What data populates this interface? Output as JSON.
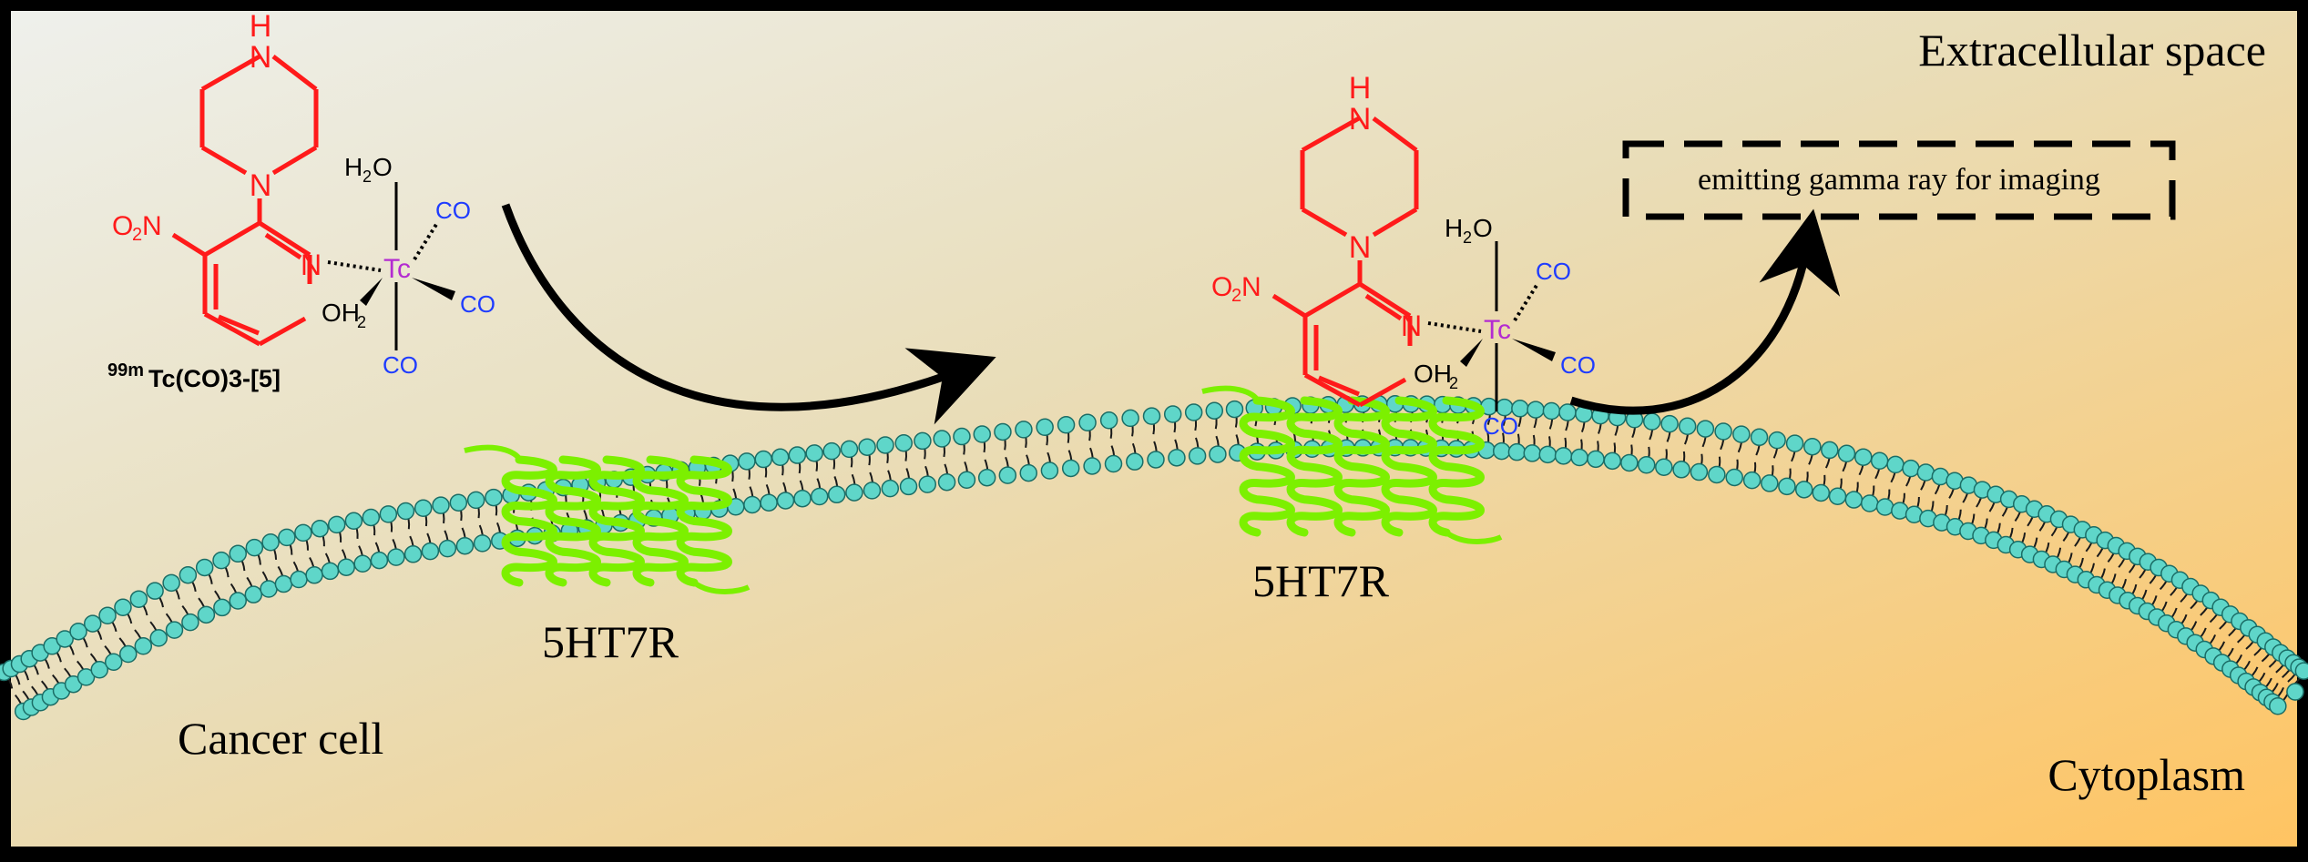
{
  "labels": {
    "extracellular": "Extracellular space",
    "cytoplasm": "Cytoplasm",
    "cancer_cell": "Cancer cell",
    "receptor_left": "5HT7R",
    "receptor_right": "5HT7R",
    "emission_box": "emitting gamma ray for imaging"
  },
  "compound": {
    "label_superscript": "99m",
    "label_main": "Tc(CO)3-[5]"
  },
  "chem_text": {
    "nh": "N",
    "h": "H",
    "n_ring": "N",
    "n_pyridine": "N",
    "no2": "O",
    "no2_sub": "2",
    "tc": "Tc",
    "h2o": "H",
    "h2o_sub": "2",
    "h2o_o": "O",
    "oh2": "OH",
    "oh2_sub": "2",
    "co": "CO"
  },
  "colors": {
    "background_top_left": "#e9ece6",
    "background_bottom_right": "#ffc86b",
    "ligand_red": "#ff1a1a",
    "carbonyl_blue": "#1f3cff",
    "technetium_magenta": "#b32bd1",
    "receptor_green": "#7cf000",
    "lipid_head": "#5fd6c9"
  }
}
